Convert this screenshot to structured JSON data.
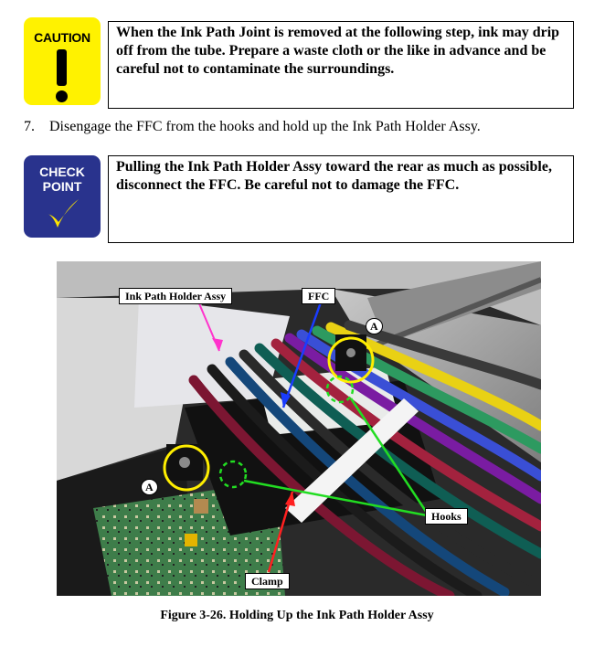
{
  "caution": {
    "icon_label": "CAUTION",
    "text": "When the Ink Path Joint is removed at the following step, ink may drip off from the tube. Prepare a waste cloth or the like in advance and be careful not to contaminate the surroundings."
  },
  "step": {
    "number": "7.",
    "text": "Disengage the FFC from the hooks and hold up the Ink Path Holder Assy."
  },
  "checkpoint": {
    "icon_label_line1": "CHECK",
    "icon_label_line2": "POINT",
    "text": "Pulling the Ink Path Holder Assy toward the rear as much as possible, disconnect the FFC. Be careful not to damage the FFC."
  },
  "figure": {
    "callouts": {
      "ink_path_holder": "Ink Path Holder Assy",
      "ffc": "FFC",
      "hooks": "Hooks",
      "clamp": "Clamp",
      "marker_a": "A"
    },
    "caption": "Figure 3-26.  Holding Up the Ink Path Holder Assy"
  },
  "colors": {
    "caution_yellow": "#fff200",
    "checkpoint_blue": "#29338d",
    "arrow_magenta": "#ff33cc",
    "arrow_blue": "#1a3cff",
    "arrow_red": "#ff2020",
    "hook_green": "#22dd22",
    "circle_yellow": "#ffee00"
  }
}
